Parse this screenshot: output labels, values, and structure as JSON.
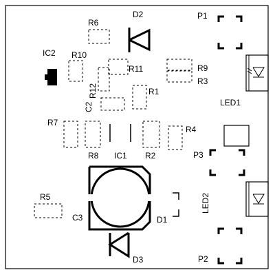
{
  "board": {
    "labels": {
      "R6": "R6",
      "D2": "D2",
      "P1": "P1",
      "IC2": "IC2",
      "R10": "R10",
      "R11": "R11",
      "R9": "R9",
      "R3": "R3",
      "R12": "R12",
      "R1": "R1",
      "C2": "C2",
      "LED1": "LED1",
      "R7": "R7",
      "R4": "R4",
      "R8": "R8",
      "IC1": "IC1",
      "R2": "R2",
      "P3": "P3",
      "LED2": "LED2",
      "R5": "R5",
      "C3": "C3",
      "D1": "D1",
      "D3": "D3",
      "P2": "P2"
    }
  }
}
